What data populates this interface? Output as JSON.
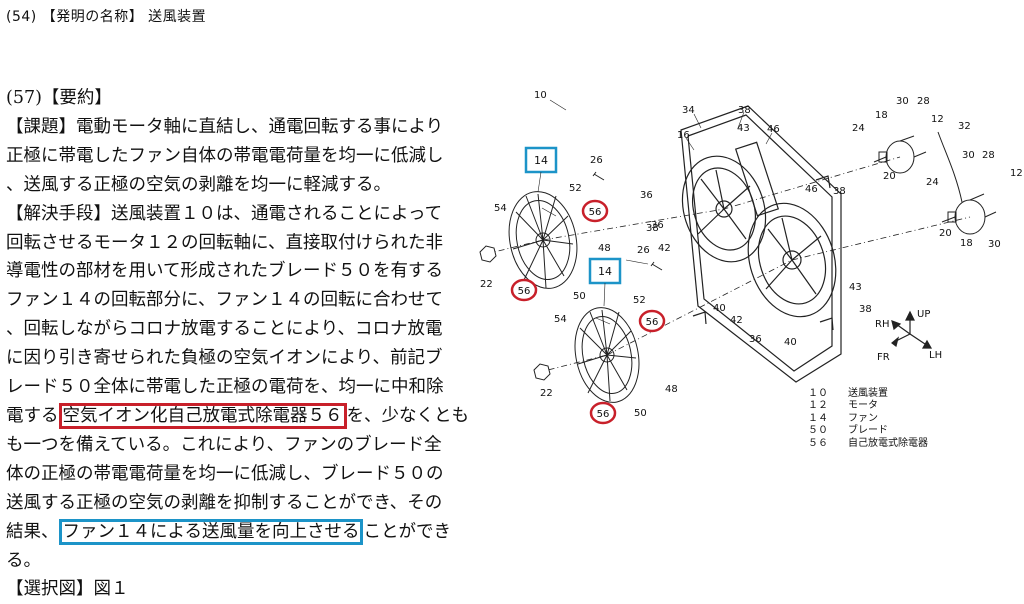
{
  "header": {
    "title_line": "(54) 【発明の名称】 送風装置"
  },
  "abstract": {
    "lines": [
      "(57)【要約】",
      "【課題】電動モータ軸に直結し、通電回転する事により",
      "正極に帯電したファン自体の帯電電荷量を均一に低減し",
      "、送風する正極の空気の剥離を均一に軽減する。",
      "【解決手段】送風装置１０は、通電されることによって",
      "回転させるモータ１２の回転軸に、直接取付けられた非",
      "導電性の部材を用いて形成されたブレード５０を有する",
      "ファン１４の回転部分に、ファン１４の回転に合わせて",
      "、回転しながらコロナ放電することにより、コロナ放電",
      "に因り引き寄せられた負極の空気イオンにより、前記ブ",
      "レード５０全体に帯電した正極の電荷を、均一に中和除"
    ],
    "line12_pre": "電する",
    "line12_highlight": "空気イオン化自己放電式除電器５６",
    "line12_post": "を、少なくとも",
    "lines_mid": [
      "も一つを備えている。これにより、ファンのブレード全",
      "体の正極の帯電電荷量を均一に低減し、ブレード５０の",
      "送風する正極の空気の剥離を抑制することができ、その"
    ],
    "line16_pre": "結果、",
    "line16_highlight": "ファン１４による送風量を向上させる",
    "line16_post": "ことができ",
    "lines_end": [
      "る。",
      "【選択図】図１"
    ]
  },
  "figure": {
    "ref_labels": {
      "l10": "10",
      "l34": "34",
      "l38a": "38",
      "l16": "16",
      "l43a": "43",
      "l46a": "46",
      "l30a": "30",
      "l28a": "28",
      "l18a": "18",
      "l12a": "12",
      "l24a": "24",
      "l32": "32",
      "l20a": "20",
      "l30b": "30",
      "l28b": "28",
      "l12b": "12",
      "l24b": "24",
      "l20b": "20",
      "l18b": "18",
      "l30c": "30",
      "l26a": "26",
      "l36a": "36",
      "l38b": "38",
      "l46b": "46",
      "l38c": "38",
      "l36b": "36",
      "l42a": "42",
      "l26b": "26",
      "l40a": "40",
      "l42b": "42",
      "l36c": "36",
      "l40b": "40",
      "l43b": "43",
      "l38d": "38",
      "l52a": "52",
      "l54a": "54",
      "l48a": "48",
      "l50a": "50",
      "l22a": "22",
      "l52b": "52",
      "l54b": "54",
      "l48b": "48",
      "l50b": "50",
      "l22b": "22"
    },
    "boxed_labels": {
      "fan_upper": "14",
      "fan_lower": "14"
    },
    "circled_labels": {
      "c1": "56",
      "c2": "56",
      "c3": "56",
      "c4": "56"
    },
    "axes": {
      "up": "UP",
      "rh": "RH",
      "fr": "FR",
      "lh": "LH"
    },
    "legend": [
      {
        "num": "１０",
        "name": "送風装置"
      },
      {
        "num": "１２",
        "name": "モータ"
      },
      {
        "num": "１４",
        "name": "ファン"
      },
      {
        "num": "５０",
        "name": "ブレード"
      },
      {
        "num": "５６",
        "name": "自己放電式除電器"
      }
    ]
  },
  "colors": {
    "highlight_red": "#c8202a",
    "highlight_blue": "#1c94c8",
    "drawing_line": "#222222"
  }
}
